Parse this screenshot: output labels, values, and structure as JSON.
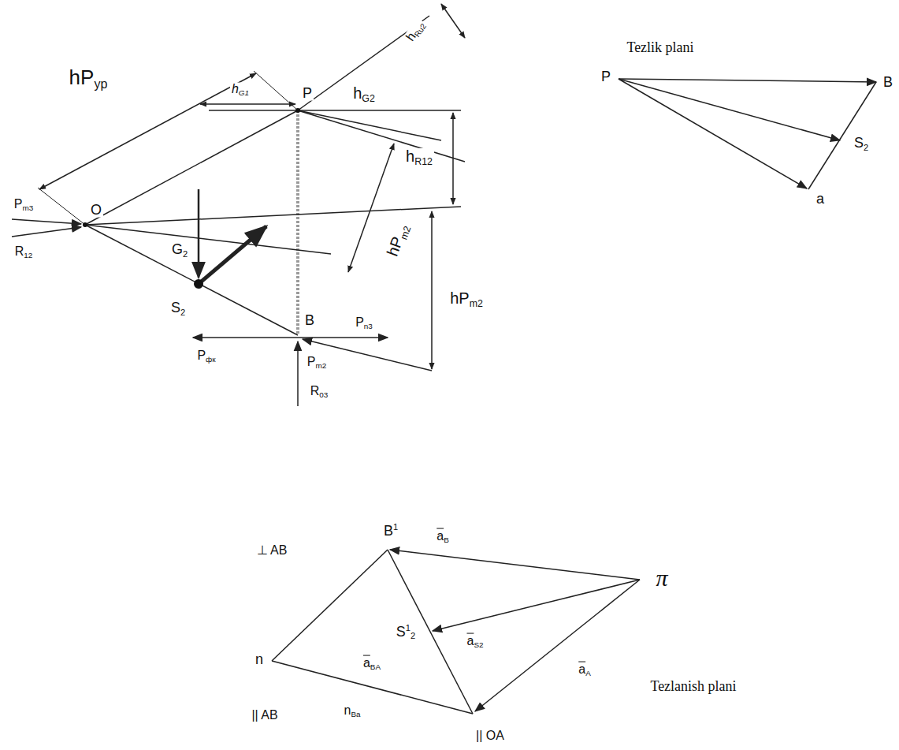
{
  "diagram": {
    "labels": [
      "hPyp",
      "hG1",
      "P",
      "hG2",
      "hRu2",
      "hR12",
      "hPm2",
      "hPm2",
      "Pm3",
      "O",
      "R12",
      "G2",
      "S2",
      "B",
      "Pn3",
      "Pфк",
      "Pm2",
      "R03",
      "Tezlik plani",
      "P",
      "B",
      "S2",
      "a",
      "B1",
      "aB",
      "⊥ AB",
      "π",
      "S12",
      "aS2",
      "n",
      "aBA",
      "aA",
      "Tezlanish plani",
      "|| AB",
      "nBa",
      "|| OA"
    ]
  }
}
